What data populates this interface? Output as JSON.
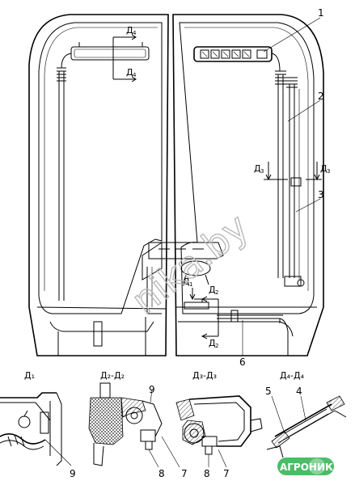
{
  "callouts": {
    "n1": "1",
    "n2": "2",
    "n3": "3",
    "n4": "4",
    "n5": "5",
    "n6": "6",
    "n7": "7",
    "n8": "8",
    "n9": "9"
  },
  "section_marks": {
    "d4_letter": "Д",
    "d4_sub": "4",
    "d3_letter": "Д",
    "d3_sub": "3",
    "d2_letter": "Д",
    "d2_sub": "2",
    "d1_letter": "Д",
    "d1_sub": "1"
  },
  "views": {
    "d1": "Д₁",
    "d2": "Д₂-Д₂",
    "d3": "Д₃-Д₃",
    "d4": "Д₄-Д₄"
  },
  "watermark": "nika.by",
  "logo": {
    "text": "АГРОНИКА",
    "color": "#2bb24c"
  }
}
